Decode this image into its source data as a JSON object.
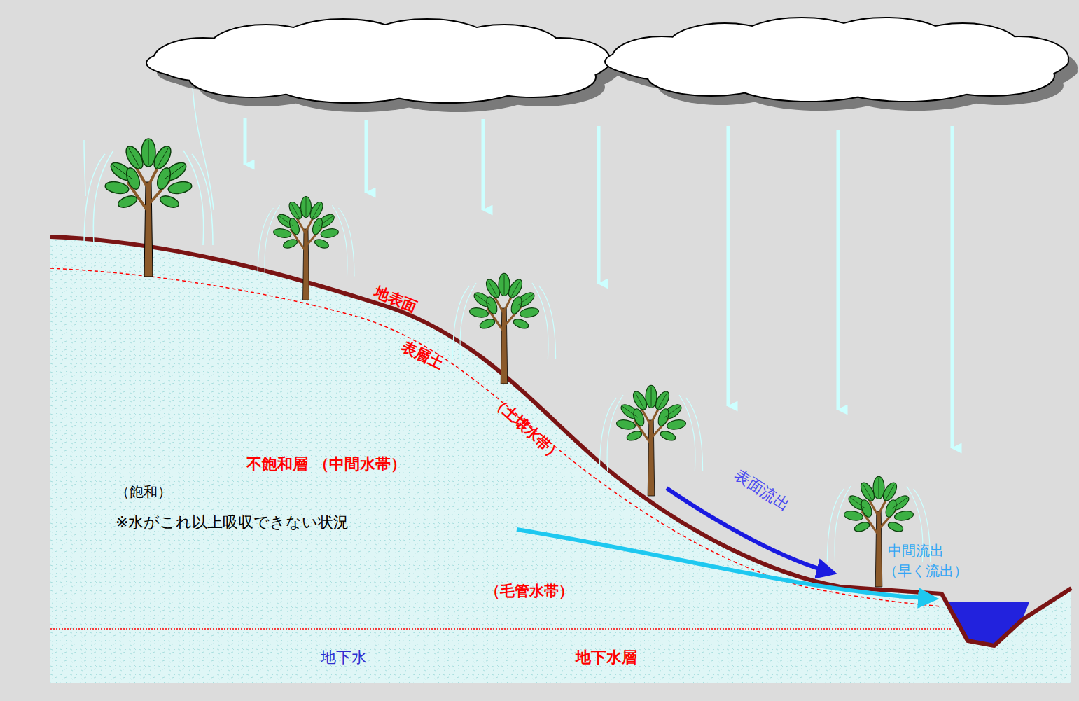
{
  "diagram": {
    "labels": [
      "地表面",
      "表層土",
      "（土壌水帯）",
      "不飽和層 （中間水帯）",
      "（飽和）",
      "※水がこれ以上吸収できない状況",
      "表面流出",
      "中間流出",
      "（早く流出）",
      "（毛管水帯）",
      "地下水",
      "地下水層"
    ]
  }
}
